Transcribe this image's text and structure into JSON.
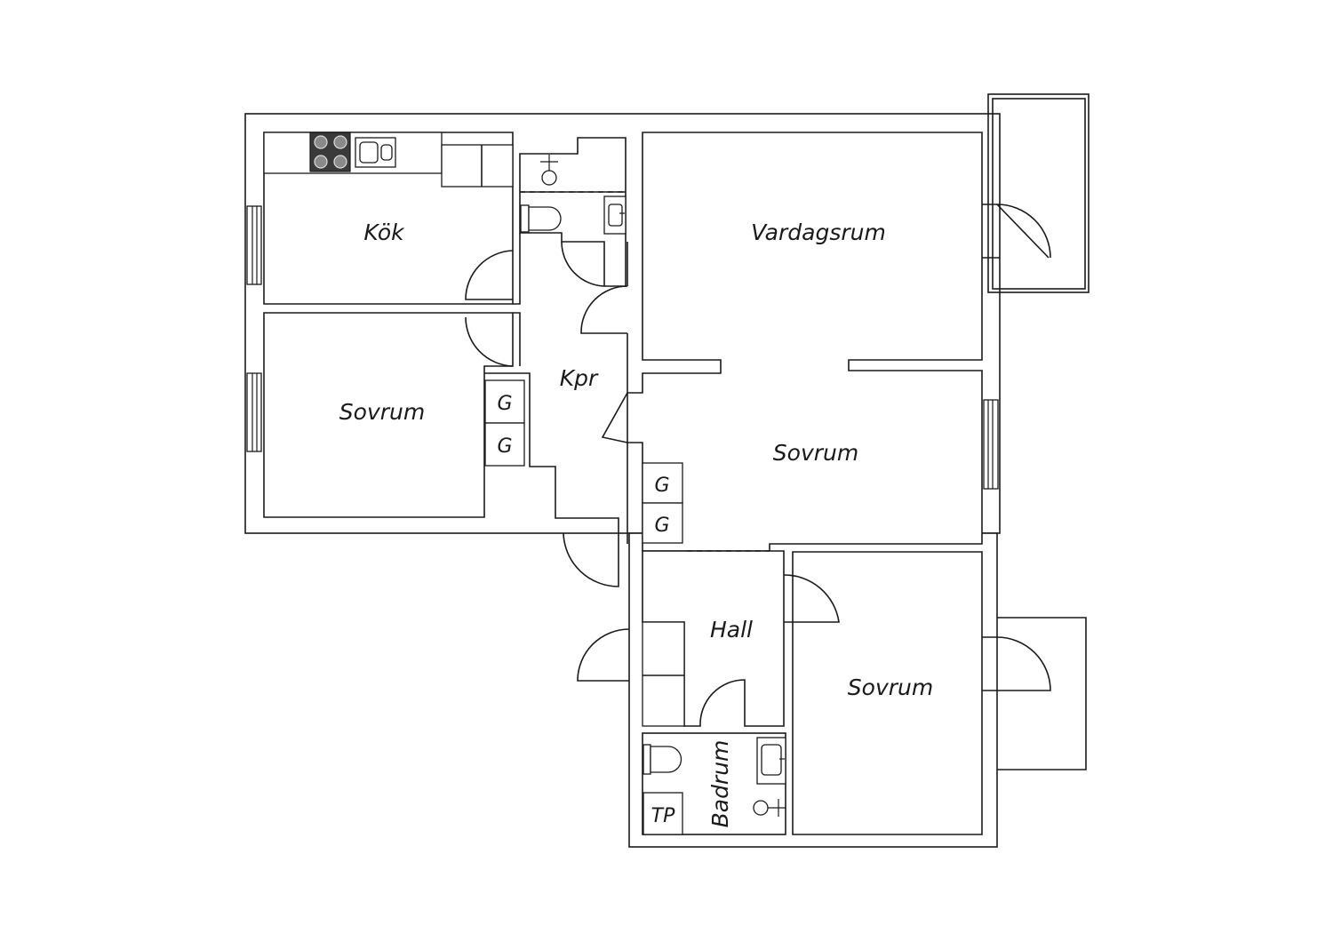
{
  "rooms": {
    "kok": "Kök",
    "vardagsrum": "Vardagsrum",
    "sovrum_west": "Sovrum",
    "kpr": "Kpr",
    "sovrum_center": "Sovrum",
    "hall": "Hall",
    "sovrum_southeast": "Sovrum",
    "badrum": "Badrum"
  },
  "closets": {
    "g1": "G",
    "g2": "G",
    "g3": "G",
    "g4": "G",
    "tp": "TP"
  }
}
